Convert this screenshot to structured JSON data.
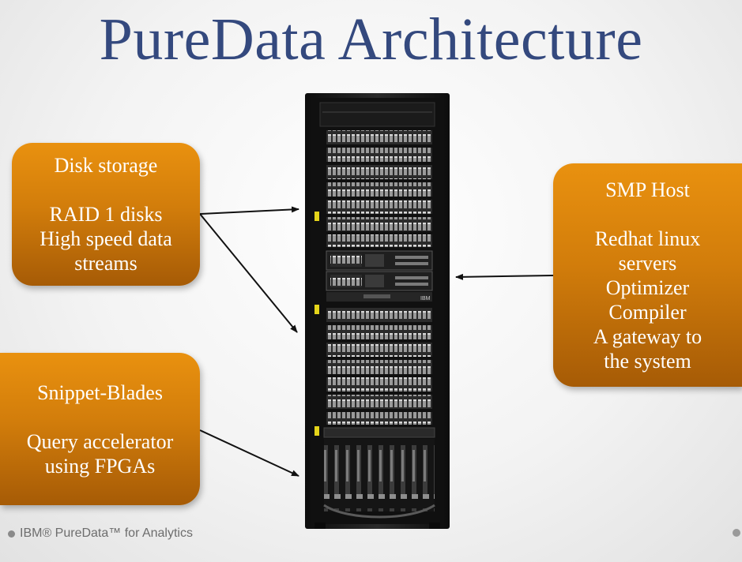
{
  "slide": {
    "title": "PureData Architecture",
    "footer": "IBM® PureData™ for Analytics"
  },
  "boxes": {
    "disk": {
      "heading": "Disk storage",
      "lines": [
        "RAID 1 disks",
        "High speed data",
        "streams"
      ]
    },
    "snippet": {
      "heading": "Snippet-Blades",
      "lines": [
        "Query accelerator",
        "using FPGAs"
      ]
    },
    "smp": {
      "heading": "SMP Host",
      "lines": [
        "Redhat linux",
        "servers",
        "Optimizer",
        "Compiler",
        "A gateway to",
        "the system"
      ]
    }
  },
  "rack": {
    "brand": "IBM"
  },
  "colors": {
    "title": "#34497e",
    "box": "#d27d0b",
    "rack": "#1c1c1c",
    "tag": "#e4d41a"
  }
}
